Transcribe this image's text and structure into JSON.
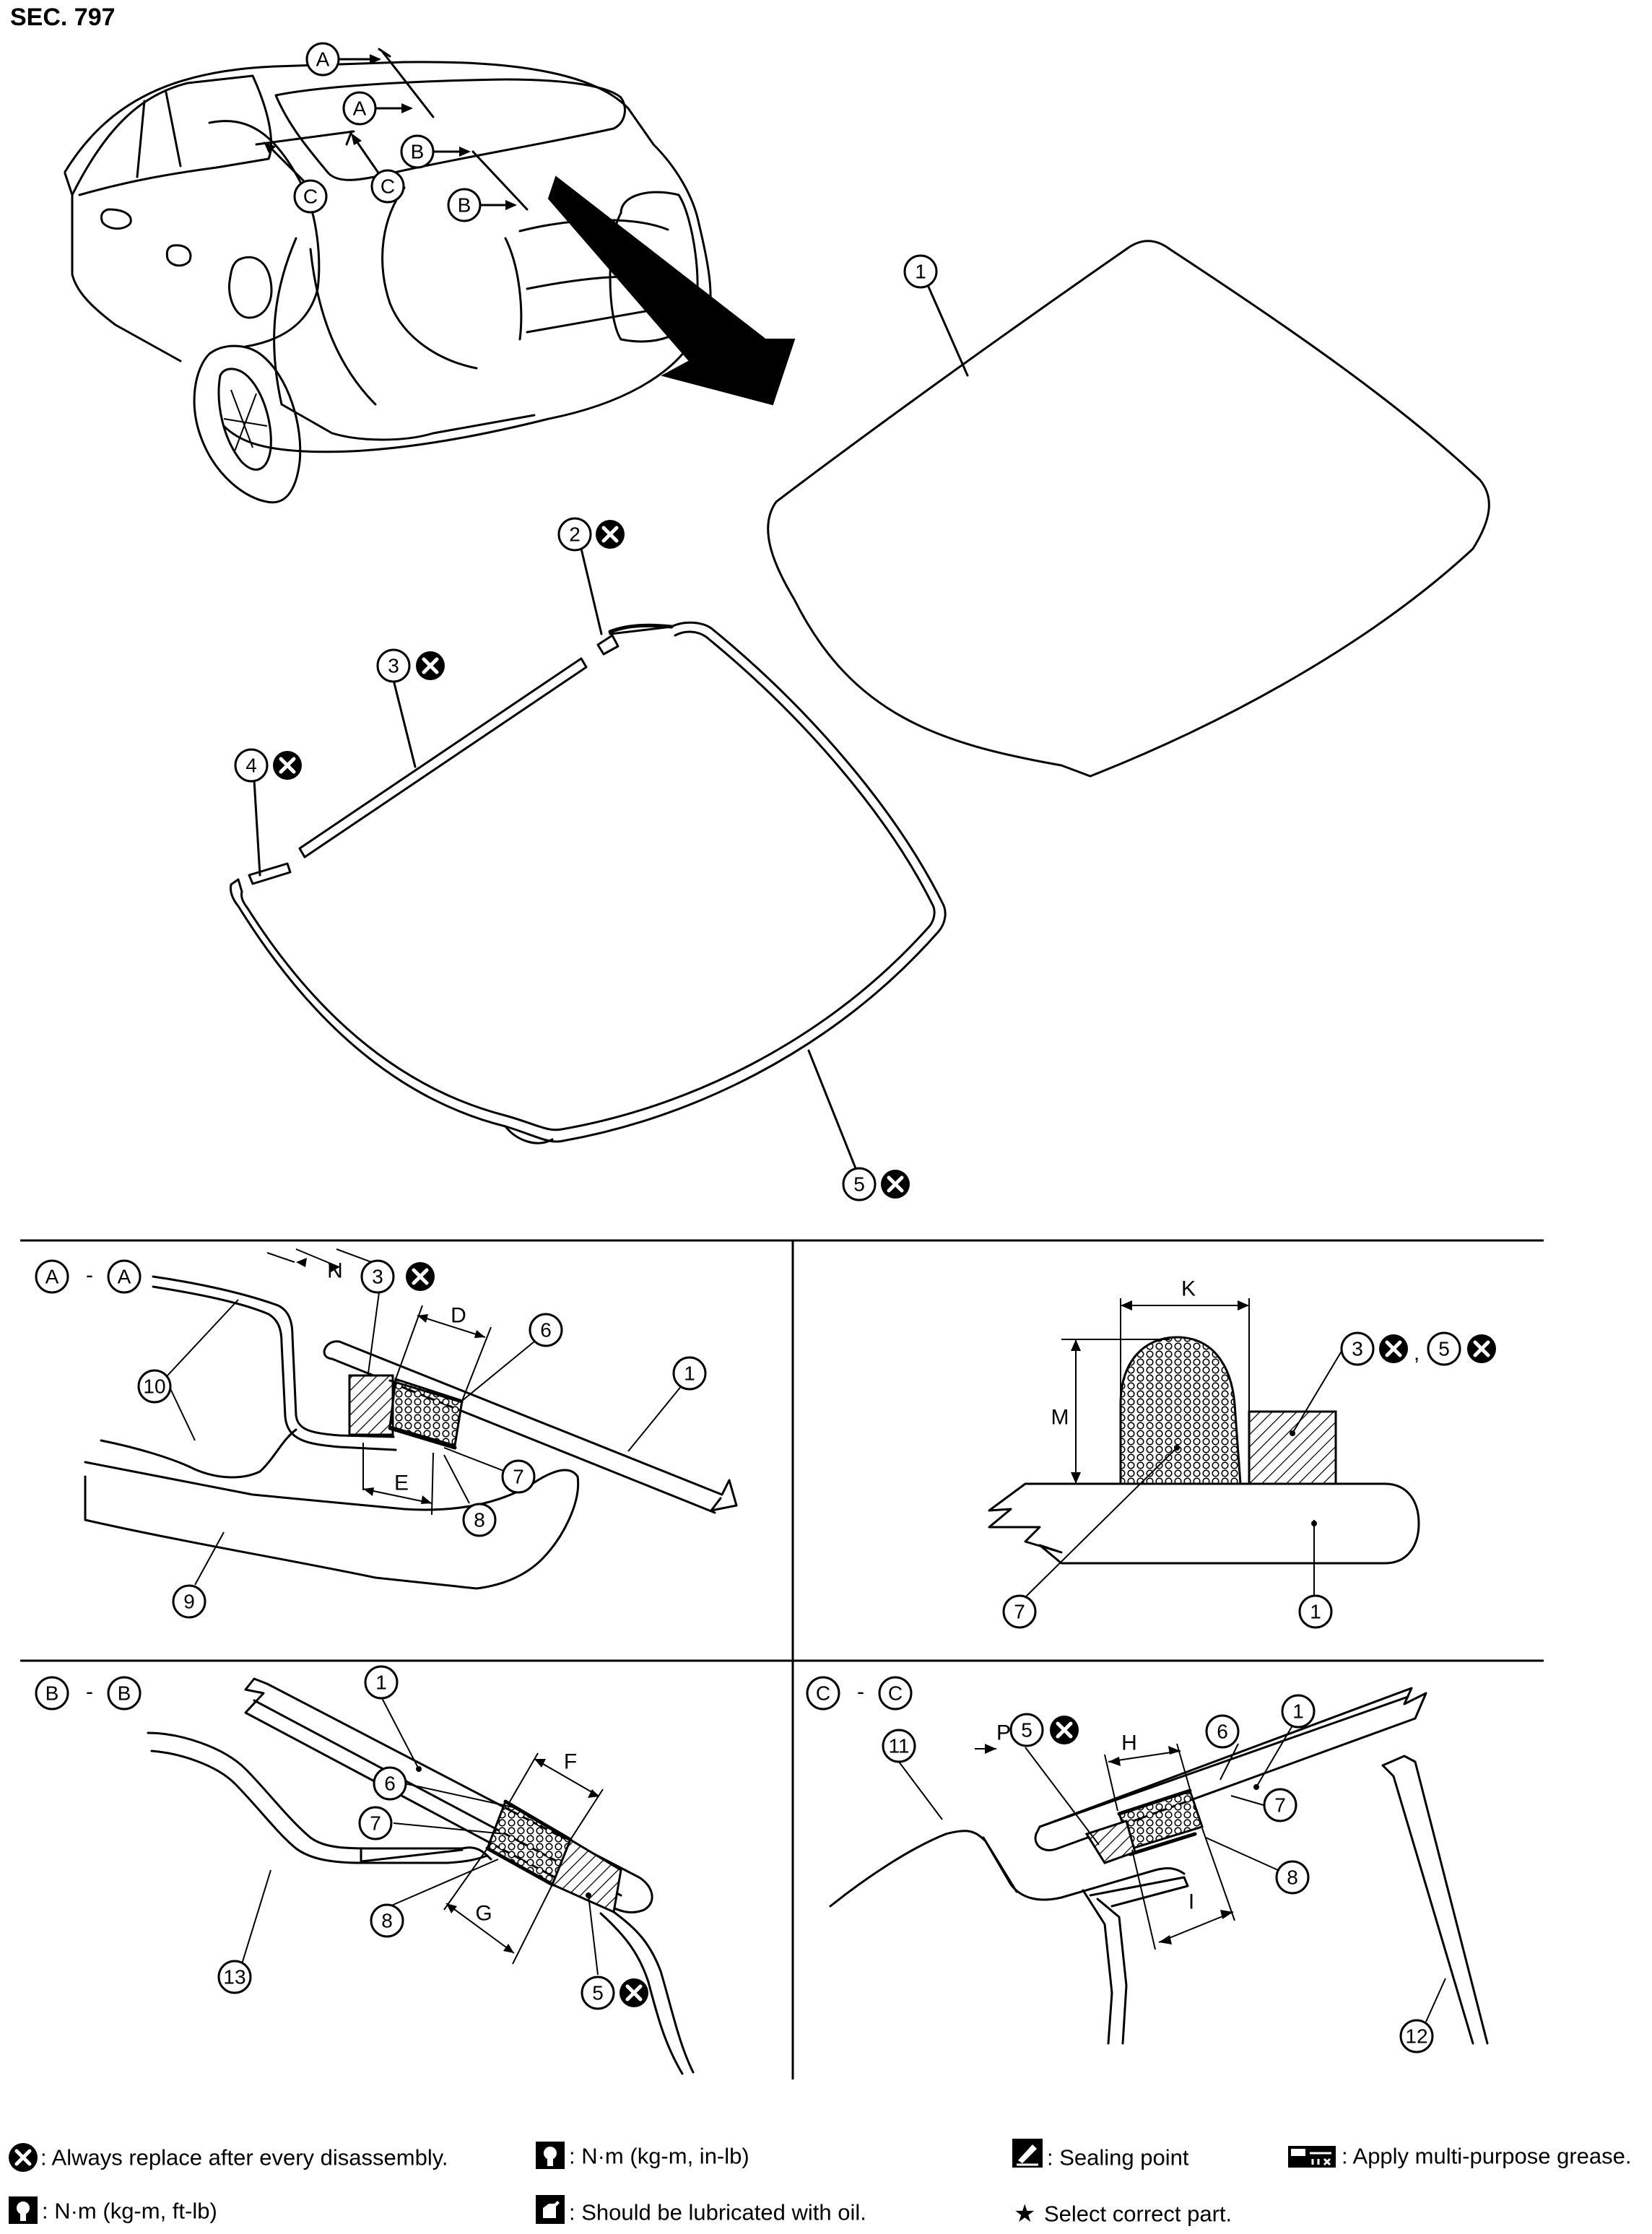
{
  "section_label": "SEC. 797",
  "callouts": {
    "n1": "1",
    "n2": "2",
    "n3": "3",
    "n4": "4",
    "n5": "5",
    "n6": "6",
    "n7": "7",
    "n8": "8",
    "n9": "9",
    "n10": "10",
    "n11": "11",
    "n12": "12",
    "n13": "13",
    "A": "A",
    "B": "B",
    "C": "C"
  },
  "section_titles": {
    "dash": "-"
  },
  "dimensions": {
    "D": "D",
    "E": "E",
    "F": "F",
    "G": "G",
    "H": "H",
    "I": "I",
    "K": "K",
    "M": "M",
    "N": "N",
    "P": "P"
  },
  "separator": ",",
  "legend": {
    "replace": ": Always replace after every disassembly.",
    "torque_ft": ": N·m (kg-m, ft-lb)",
    "torque_in": ": N·m (kg-m, in-lb)",
    "oil": ": Should be lubricated with oil.",
    "sealing": ": Sealing point",
    "grease": ": Apply multi-purpose grease.",
    "star_glyph": "★",
    "select": "Select correct part."
  },
  "icons": [
    "replace-x-icon",
    "torque-wrench-icon",
    "oil-can-icon",
    "sealing-point-icon",
    "grease-icon",
    "star-icon"
  ]
}
